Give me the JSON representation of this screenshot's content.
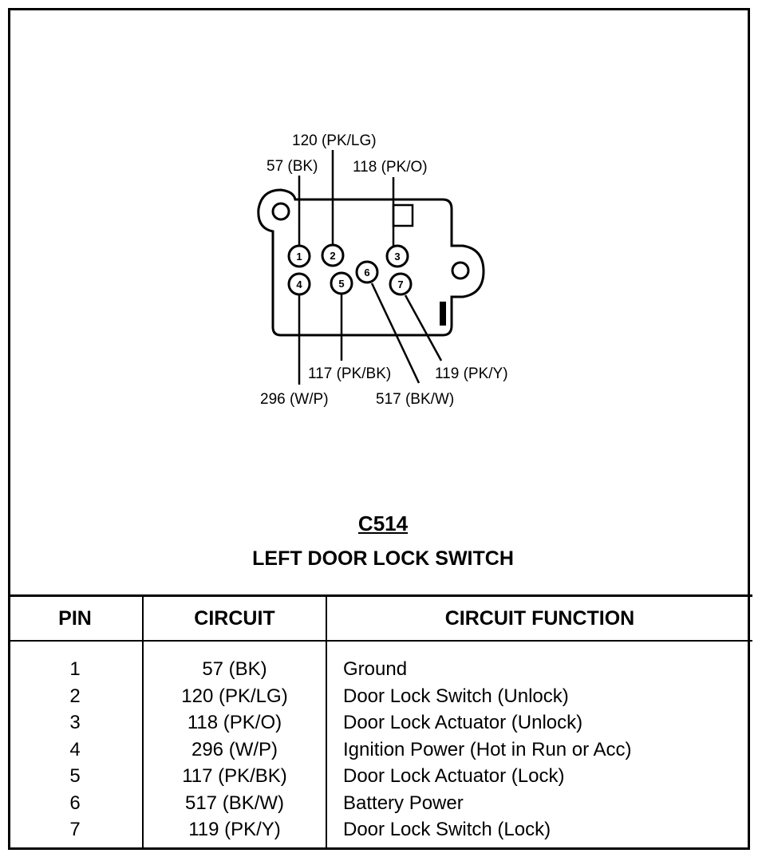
{
  "connector": {
    "id": "C514",
    "name": "LEFT DOOR LOCK SWITCH"
  },
  "diagram": {
    "pins": [
      "1",
      "2",
      "3",
      "4",
      "5",
      "6",
      "7"
    ],
    "wire_labels": {
      "pin1": "57 (BK)",
      "pin2": "120 (PK/LG)",
      "pin3": "118 (PK/O)",
      "pin4": "296 (W/P)",
      "pin5": "117 (PK/BK)",
      "pin6": "517 (BK/W)",
      "pin7": "119 (PK/Y)"
    }
  },
  "table": {
    "headers": {
      "pin": "PIN",
      "circuit": "CIRCUIT",
      "function": "CIRCUIT FUNCTION"
    },
    "rows": [
      {
        "pin": "1",
        "circuit": "57 (BK)",
        "function": "Ground"
      },
      {
        "pin": "2",
        "circuit": "120 (PK/LG)",
        "function": "Door Lock Switch (Unlock)"
      },
      {
        "pin": "3",
        "circuit": "118 (PK/O)",
        "function": "Door Lock Actuator (Unlock)"
      },
      {
        "pin": "4",
        "circuit": "296 (W/P)",
        "function": "Ignition Power (Hot in Run or Acc)"
      },
      {
        "pin": "5",
        "circuit": "117 (PK/BK)",
        "function": "Door Lock Actuator (Lock)"
      },
      {
        "pin": "6",
        "circuit": "517 (BK/W)",
        "function": "Battery Power"
      },
      {
        "pin": "7",
        "circuit": "119 (PK/Y)",
        "function": "Door Lock Switch (Lock)"
      }
    ]
  }
}
